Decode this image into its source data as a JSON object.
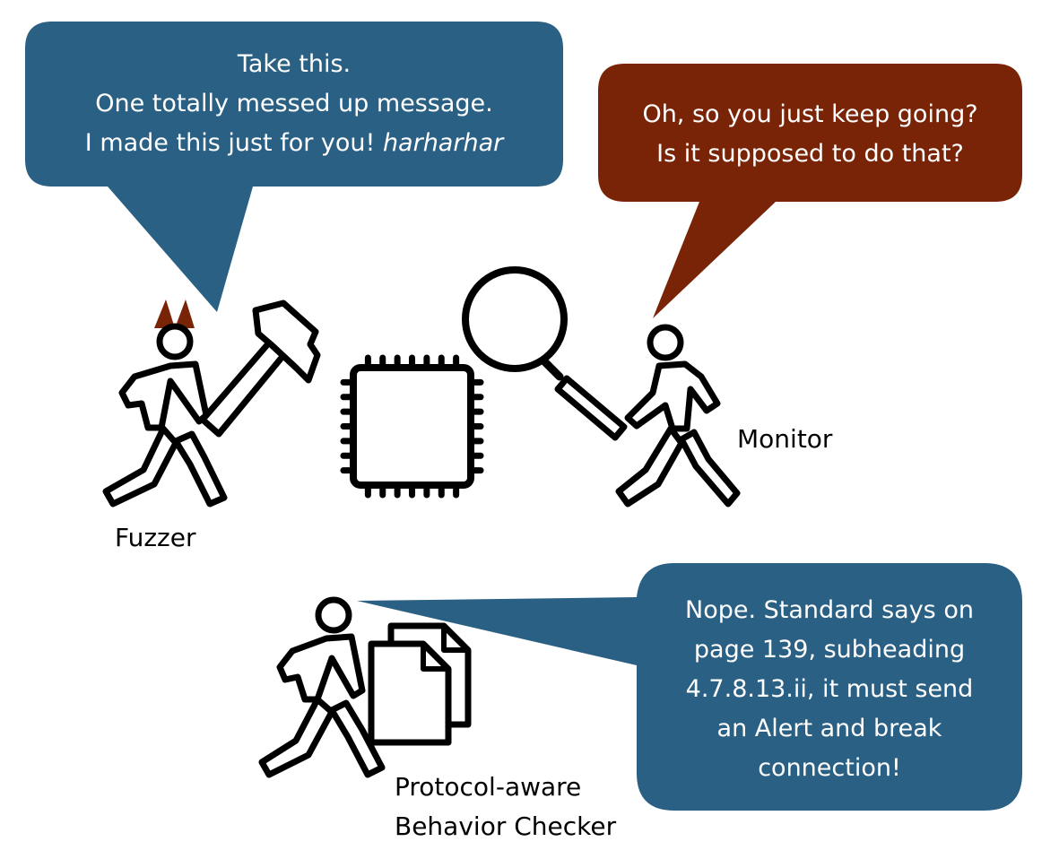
{
  "colors": {
    "fuzzer_bubble": "#2a6083",
    "monitor_bubble": "#7a2407",
    "checker_bubble": "#2a6083",
    "horns": "#7a2407",
    "ink": "#000000"
  },
  "bubbles": {
    "fuzzer": {
      "line1": "Take this.",
      "line2": "One totally messed up message.",
      "line3_plain": "I made this just for you! ",
      "line3_italic": "harharhar"
    },
    "monitor": {
      "line1": "Oh, so you just keep going?",
      "line2": "Is it supposed to do that?"
    },
    "checker": {
      "line1": "Nope. Standard says on",
      "line2": "page 139, subheading",
      "line3": "4.7.8.13.ii, it must send",
      "line4": "an Alert and break",
      "line5": "connection!"
    }
  },
  "labels": {
    "fuzzer": "Fuzzer",
    "monitor": "Monitor",
    "checker_line1": "Protocol-aware",
    "checker_line2": "Behavior Checker"
  },
  "icons": {
    "fuzzer_figure": "walking-person-icon",
    "fuzzer_horns": "devil-horns-icon",
    "hammer": "hammer-icon",
    "chip": "microchip-icon",
    "magnifier": "magnifying-glass-icon",
    "monitor_figure": "walking-person-icon",
    "checker_figure": "walking-person-icon",
    "documents": "documents-icon"
  }
}
